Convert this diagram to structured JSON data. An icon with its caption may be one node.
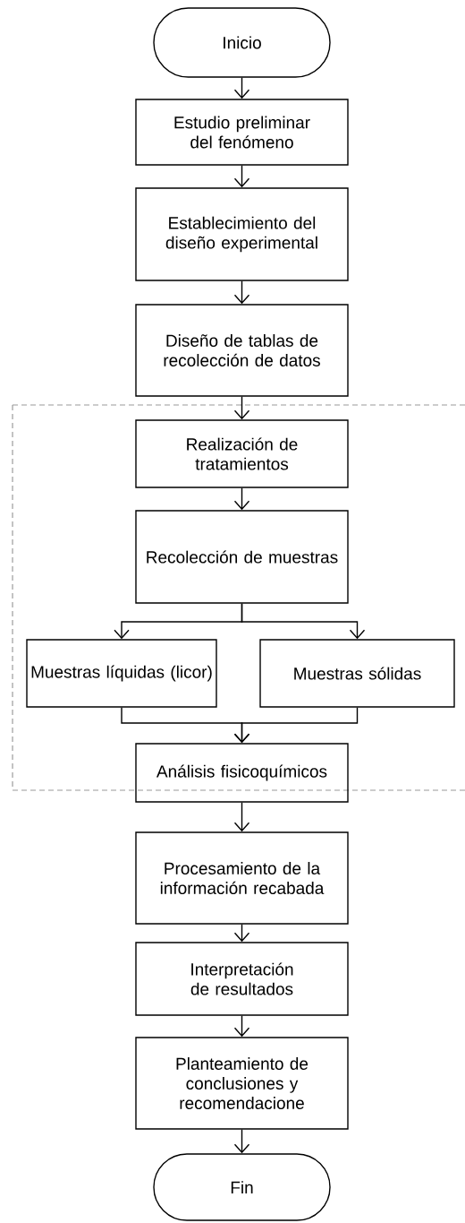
{
  "diagram": {
    "nodes": [
      {
        "text": [
          "Inicio"
        ]
      },
      {
        "text": [
          "Estudio preliminar del fenómeno"
        ]
      },
      {
        "text": [
          "Establecimiento del diseño experimental"
        ]
      },
      {
        "text": [
          "Diseño de tablas de recolección de datos"
        ]
      },
      {
        "text": [
          "Realización de tratamientos"
        ]
      },
      {
        "text": [
          "Recolección de muestras"
        ]
      },
      {
        "text": [
          "Muestras líquidas (licor)"
        ]
      },
      {
        "text": [
          "Muestras sólidas"
        ]
      },
      {
        "text": [
          "Análisis fisicoquímicos"
        ]
      },
      {
        "text": [
          "Procesamiento de la información recabada"
        ]
      },
      {
        "text": [
          "Interpretación de resultados"
        ]
      },
      {
        "text": [
          "Planteamiento de conclusiones y recomendacione"
        ]
      },
      {
        "text": [
          "Fin"
        ]
      }
    ],
    "edges": [
      {
        "from": 0,
        "to": 1,
        "arrow": "to"
      },
      {
        "from": 1,
        "to": 2,
        "arrow": "to"
      },
      {
        "from": 2,
        "to": 3,
        "arrow": "to"
      },
      {
        "from": 3,
        "to": 4,
        "arrow": "to"
      },
      {
        "from": 4,
        "to": 5,
        "arrow": "to"
      },
      {
        "from": 5,
        "to": 6,
        "arrow": "to"
      },
      {
        "from": 5,
        "to": 7,
        "arrow": "to"
      },
      {
        "from": 6,
        "to": 8,
        "arrow": "to"
      },
      {
        "from": 7,
        "to": 8,
        "arrow": "to"
      },
      {
        "from": 8,
        "to": 9,
        "arrow": "to"
      },
      {
        "from": 9,
        "to": 10,
        "arrow": "to"
      },
      {
        "from": 10,
        "to": 11,
        "arrow": "to"
      },
      {
        "from": 11,
        "to": 12,
        "arrow": "to"
      }
    ]
  }
}
